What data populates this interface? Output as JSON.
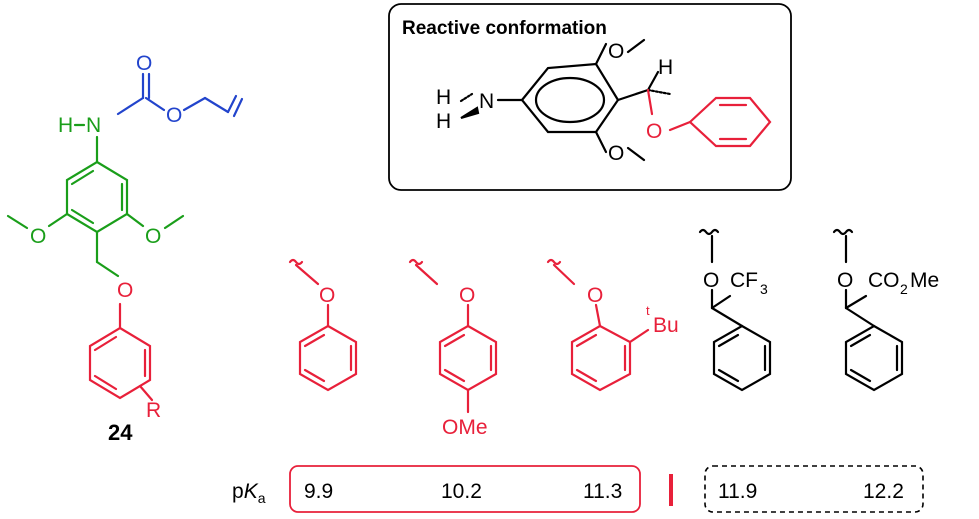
{
  "colors": {
    "black": "#000000",
    "red": "#e8203a",
    "green": "#1a9e1a",
    "blue": "#2244cc"
  },
  "compound": {
    "number": "24",
    "n_label": "N",
    "h_label": "H",
    "carbonyl_o": "O",
    "ester_o": "O",
    "methoxy_left_o": "O",
    "methoxy_right_o": "O",
    "ether_o": "O",
    "r_label": "R"
  },
  "inset": {
    "title": "Reactive conformation",
    "n_label": "N",
    "h1": "H",
    "h2": "H",
    "h3": "H",
    "o_top": "O",
    "o_bottom": "O",
    "o_ether": "O"
  },
  "variants": [
    {
      "o": "O",
      "sub": ""
    },
    {
      "o": "O",
      "sub": "OMe"
    },
    {
      "o": "O",
      "sub": "Bu",
      "sup": "t"
    },
    {
      "o": "O",
      "sub": "CF",
      "subscript": "3"
    },
    {
      "o": "O",
      "sub": "CO",
      "subscript": "2",
      "tail": "Me"
    }
  ],
  "pka": {
    "label_p": "p",
    "label_k": "K",
    "label_a": "a",
    "values_red": [
      "9.9",
      "10.2",
      "11.3"
    ],
    "values_dashed": [
      "11.9",
      "12.2"
    ]
  }
}
